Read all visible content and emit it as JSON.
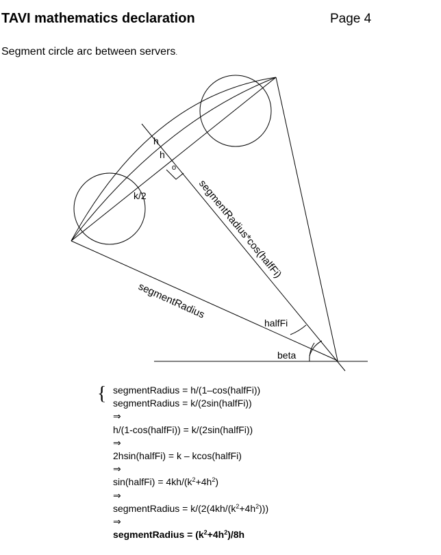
{
  "header": {
    "title": "TAVI mathematics declaration",
    "page": "Page 4"
  },
  "section": {
    "heading": "Segment circle arc between servers",
    "heading_period": "."
  },
  "diagram": {
    "label_h_outer": "h",
    "label_h_inner": "h",
    "label_o": "o",
    "label_k2": "k/2",
    "label_radius_cos": "segmentRadius*cos(halfFi)",
    "label_radius": "segmentRadius",
    "label_halffi": "halfFi",
    "label_beta": "beta"
  },
  "equations": {
    "brace": "{",
    "eq1": "segmentRadius = h/(1–cos(halfFi))",
    "eq2": "segmentRadius = k/(2sin(halfFi))",
    "implies": "⇒",
    "eq3": "h/(1-cos(halfFi)) = k/(2sin(halfFi))",
    "eq4": "2hsin(halfFi) = k – kcos(halfFi)",
    "eq5_a": "sin(halfFi) = 4kh/(k",
    "eq5_b": "+4h",
    "eq5_c": ")",
    "eq6_a": "segmentRadius = k/(2(4kh/(k",
    "eq6_b": "+4h",
    "eq6_c": ")))",
    "eq7_a": "segmentRadius = (k",
    "eq7_b": "+4h",
    "eq7_c": ")/8h",
    "sup2": "2"
  }
}
